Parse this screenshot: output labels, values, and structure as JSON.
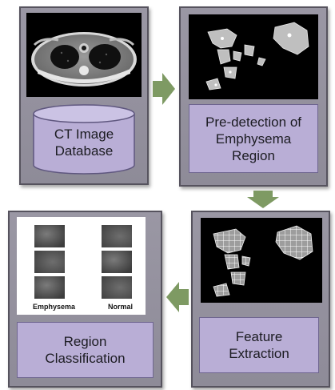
{
  "steps": {
    "database": {
      "label": "CT Image\nDatabase"
    },
    "predetection": {
      "label": "Pre-detection of\nEmphysema\nRegion"
    },
    "feature": {
      "label": "Feature\nExtraction"
    },
    "classification": {
      "label": "Region\nClassification",
      "emphysema_caption": "Emphysema",
      "normal_caption": "Normal"
    }
  },
  "colors": {
    "panel": "#8e8b98",
    "label_box": "#b9aed6",
    "arrow": "#7e9a63"
  }
}
